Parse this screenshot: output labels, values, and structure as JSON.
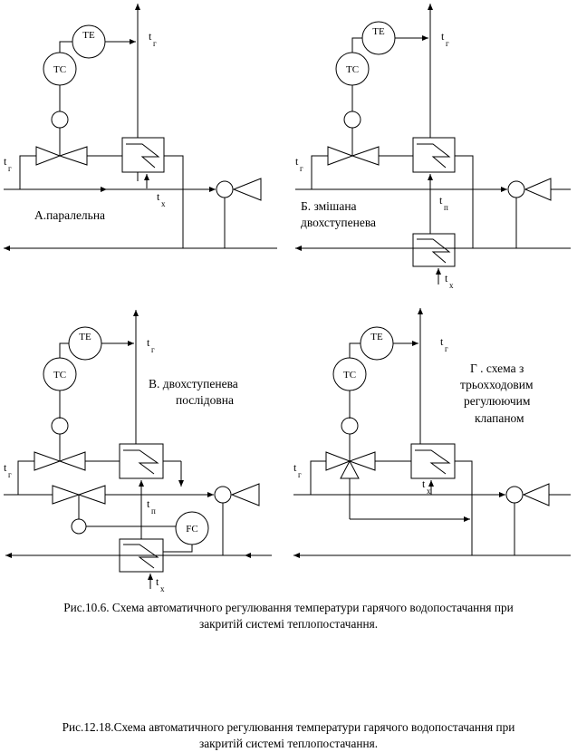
{
  "labels": {
    "te": "TE",
    "tc": "TC",
    "fc": "FC",
    "t": "t",
    "sub_g": "г",
    "sub_x": "х",
    "sub_p": "п"
  },
  "schemes": {
    "a": "А.паралельна",
    "b_line1": "Б. змішана",
    "b_line2": "двохступенева",
    "v_line1": "В. двохступенева",
    "v_line2": "послідовна",
    "g_line1": "Г . схема з",
    "g_line2": "трьохходовим",
    "g_line3": "регулюючим",
    "g_line4": "клапаном"
  },
  "captions": {
    "first_line1": "Рис.10.6. Схема автоматичного регулювання температури гарячого водопостачання при",
    "first_line2": "закритій системі теплопостачання.",
    "second_line1": "Рис.12.18.Схема автоматичного регулювання температури гарячого водопостачання при",
    "second_line2": "закритій системі теплопостачання."
  }
}
